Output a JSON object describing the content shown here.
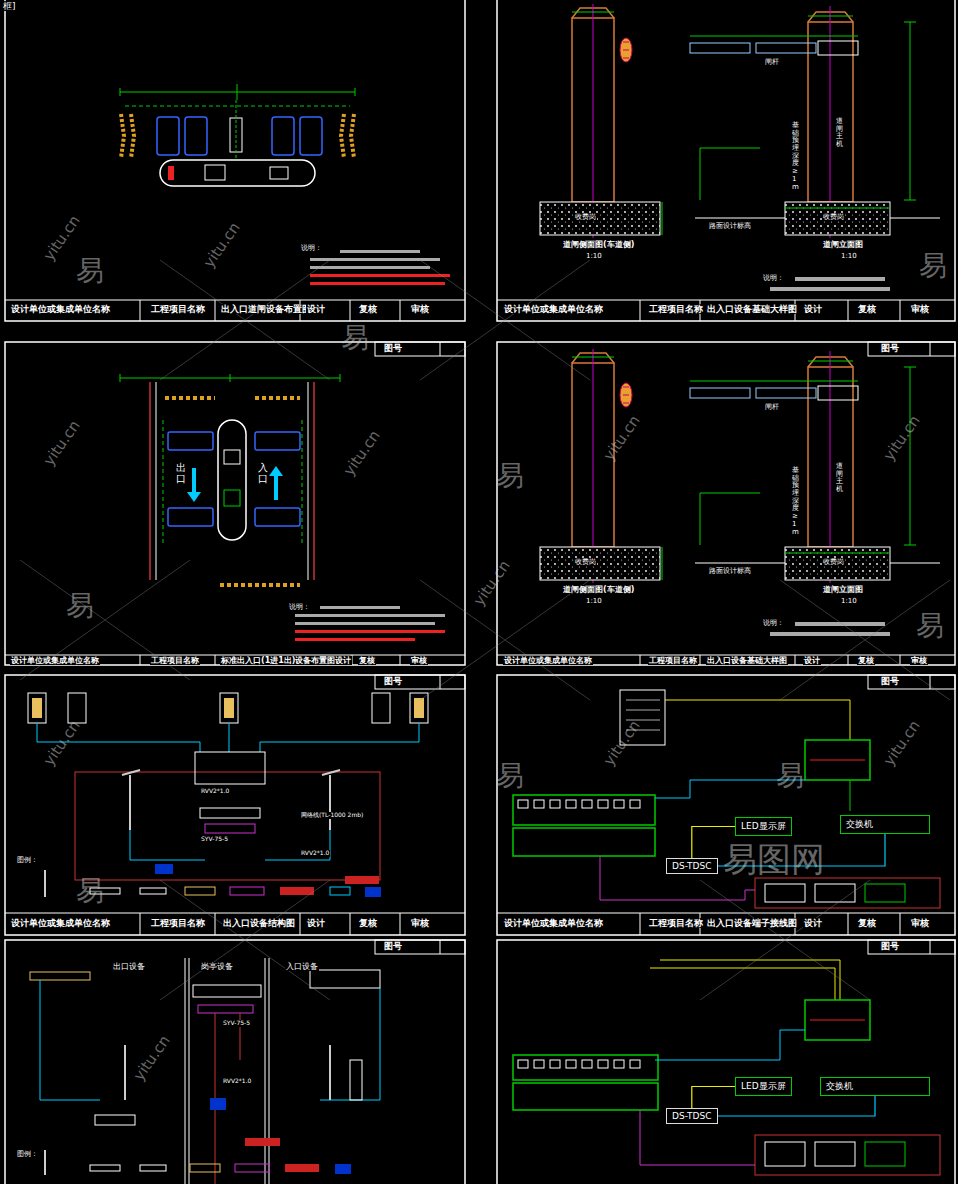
{
  "diagram": {
    "nodes": [
      {
        "text": [
          "LED显示屏"
        ]
      },
      {
        "text": [
          "交换机"
        ]
      },
      {
        "text": [
          "DS-TDSC"
        ]
      },
      {
        "text": [
          "LED显示屏"
        ]
      },
      {
        "text": [
          "交换机"
        ]
      },
      {
        "text": [
          "DS-TDSC"
        ]
      }
    ],
    "edges": [
      {
        "from": 2,
        "to": 0,
        "arrow": "none"
      },
      {
        "from": 2,
        "to": 1,
        "arrow": "none"
      },
      {
        "from": 5,
        "to": 3,
        "arrow": "none"
      },
      {
        "from": 5,
        "to": 4,
        "arrow": "none"
      }
    ],
    "labels": [
      "框]",
      "说明：",
      "设计单位或集成单位名称",
      "工程项目名称",
      "出入口道闸设备布置图",
      "设计",
      "复核",
      "审核",
      "闸杆",
      "道闸主机",
      "基础预埋深度≥1m",
      "收费岗",
      "收费岗",
      "路面设计标高",
      "道闸侧面图(车道侧)",
      "1:10",
      "道闸立面图",
      "1:10",
      "说明：",
      "设计单位或集成单位名称",
      "工程项目名称",
      "出入口设备基础大样图",
      "设计",
      "复核",
      "审核",
      "图号",
      "出口",
      "入口",
      "说明：",
      "设计单位或集成单位名称",
      "工程项目名称",
      "标准出入口(1进1出)设备布置图设计",
      "复核",
      "审核",
      "图号",
      "闸杆",
      "道闸主机",
      "基础预埋深度≥1m",
      "收费岗",
      "收费岗",
      "路面设计标高",
      "道闸侧面图(车道侧)",
      "1:10",
      "道闸立面图",
      "1:10",
      "说明：",
      "设计单位或集成单位名称",
      "工程项目名称",
      "出入口设备基础大样图",
      "设计",
      "复核",
      "审核",
      "图号",
      "图例：",
      "RVV2*1.0",
      "SYV-75-5",
      "网络线(TL-1000 2mb)",
      "RVV2*1.0",
      "设计单位或集成单位名称",
      "工程项目名称",
      "出入口设备结构图",
      "设计",
      "复核",
      "审核",
      "图号",
      "设计单位或集成单位名称",
      "工程项目名称",
      "出入口设备端子接线图",
      "设计",
      "复核",
      "审核",
      "易图网",
      "图号",
      "出口设备",
      "岗亭设备",
      "入口设备",
      "SYV-75-5",
      "RVV2*1.0",
      "图例：",
      "图号",
      "yitu.cn",
      "yitu.cn",
      "yitu.cn",
      "yitu.cn",
      "yitu.cn",
      "yitu.cn",
      "yitu.cn",
      "yitu.cn",
      "yitu.cn",
      "yitu.cn",
      "yitu.cn",
      "易",
      "易",
      "易",
      "易",
      "易",
      "易",
      "易",
      "易",
      "易"
    ]
  }
}
